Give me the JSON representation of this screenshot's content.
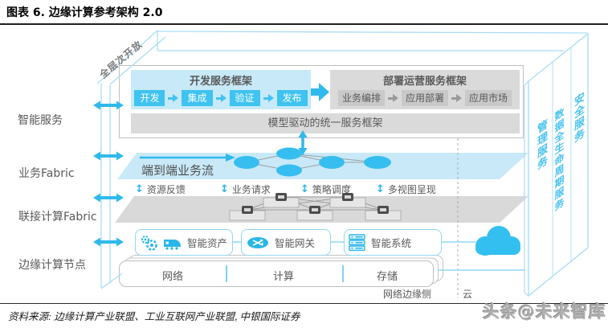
{
  "title": "图表 6. 边缘计算参考架构 2.0",
  "source": "资料来源: 边缘计算产业联盟、工业互联网产业联盟, 中银国际证券",
  "watermark": "头条@未来智库",
  "open_label": "全层次开放",
  "left_labels": [
    "智能服务",
    "业务Fabric",
    "联接计算Fabric",
    "边缘计算节点"
  ],
  "dev_framework": {
    "title": "开发服务框架",
    "steps": [
      "开发",
      "集成",
      "验证",
      "发布"
    ]
  },
  "deploy_framework": {
    "title": "部署运营服务框架",
    "steps": [
      "业务编排",
      "应用部署",
      "应用市场"
    ]
  },
  "unified_framework": "模型驱动的统一服务框架",
  "business_fabric": {
    "flow_label": "端到端业务流"
  },
  "exchange_labels": [
    "资源反馈",
    "业务请求",
    "策略调度",
    "多视图呈现"
  ],
  "edge_nodes": [
    {
      "label": "智能资产",
      "icons": [
        "gears-icon",
        "train-icon"
      ]
    },
    {
      "label": "智能网关",
      "icons": [
        "router-icon"
      ]
    },
    {
      "label": "智能系统",
      "icons": [
        "server-rack-icon"
      ]
    }
  ],
  "infrastructure": [
    "网络",
    "计算",
    "存储"
  ],
  "zones": {
    "edge": "网络边缘侧",
    "cloud": "云"
  },
  "right_services": [
    "管理服务",
    "数据全生命周期服务",
    "安全服务"
  ],
  "icons": {
    "updown_arrow": "↕"
  },
  "colors": {
    "accent_cyan": "#3FC3F0",
    "band_blue": "#C9E9F8",
    "band_gray": "#D9D9D9",
    "outline_blue": "#A9DDF5",
    "text_gray": "#595959"
  }
}
